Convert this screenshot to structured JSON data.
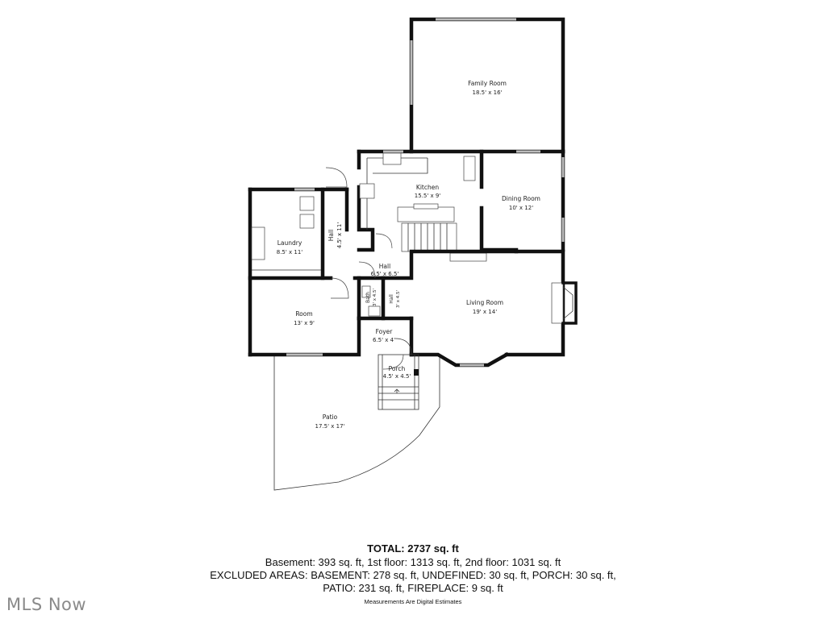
{
  "rooms": {
    "family_room": {
      "name": "Family Room",
      "dim": "18.5' x 16'"
    },
    "kitchen": {
      "name": "Kitchen",
      "dim": "15.5' x 9'"
    },
    "dining_room": {
      "name": "Dining Room",
      "dim": "10' x 12'"
    },
    "laundry": {
      "name": "Laundry",
      "dim": "8.5' x 11'"
    },
    "hall_vertical": {
      "name": "Hall",
      "dim": "4.5' x 11'"
    },
    "hall_center": {
      "name": "Hall",
      "dim": "6.5' x 6.5'"
    },
    "bath": {
      "name": "Bath",
      "dim": "3' x 4.5'"
    },
    "hall_small": {
      "name": "Hall",
      "dim": "3' x 4.5'"
    },
    "living_room": {
      "name": "Living Room",
      "dim": "19' x 14'"
    },
    "room": {
      "name": "Room",
      "dim": "13' x 9'"
    },
    "foyer": {
      "name": "Foyer",
      "dim": "6.5' x 4'"
    },
    "porch": {
      "name": "Porch",
      "dim": "4.5' x 4.5'"
    },
    "patio": {
      "name": "Patio",
      "dim": "17.5' x 17'"
    }
  },
  "summary": {
    "total": "TOTAL: 2737 sq. ft",
    "line1": "Basement: 393 sq. ft, 1st floor: 1313 sq. ft, 2nd floor: 1031 sq. ft",
    "line2": "EXCLUDED AREAS: BASEMENT: 278 sq. ft, UNDEFINED: 30 sq. ft, PORCH: 30 sq. ft,",
    "line3": "PATIO: 231 sq. ft, FIREPLACE: 9 sq. ft",
    "note": "Measurements Are Digital Estimates"
  },
  "brand": "MLS Now",
  "colors": {
    "wall": "#111111",
    "window": "#bbbbbb",
    "brand": "#8a8a8a"
  }
}
